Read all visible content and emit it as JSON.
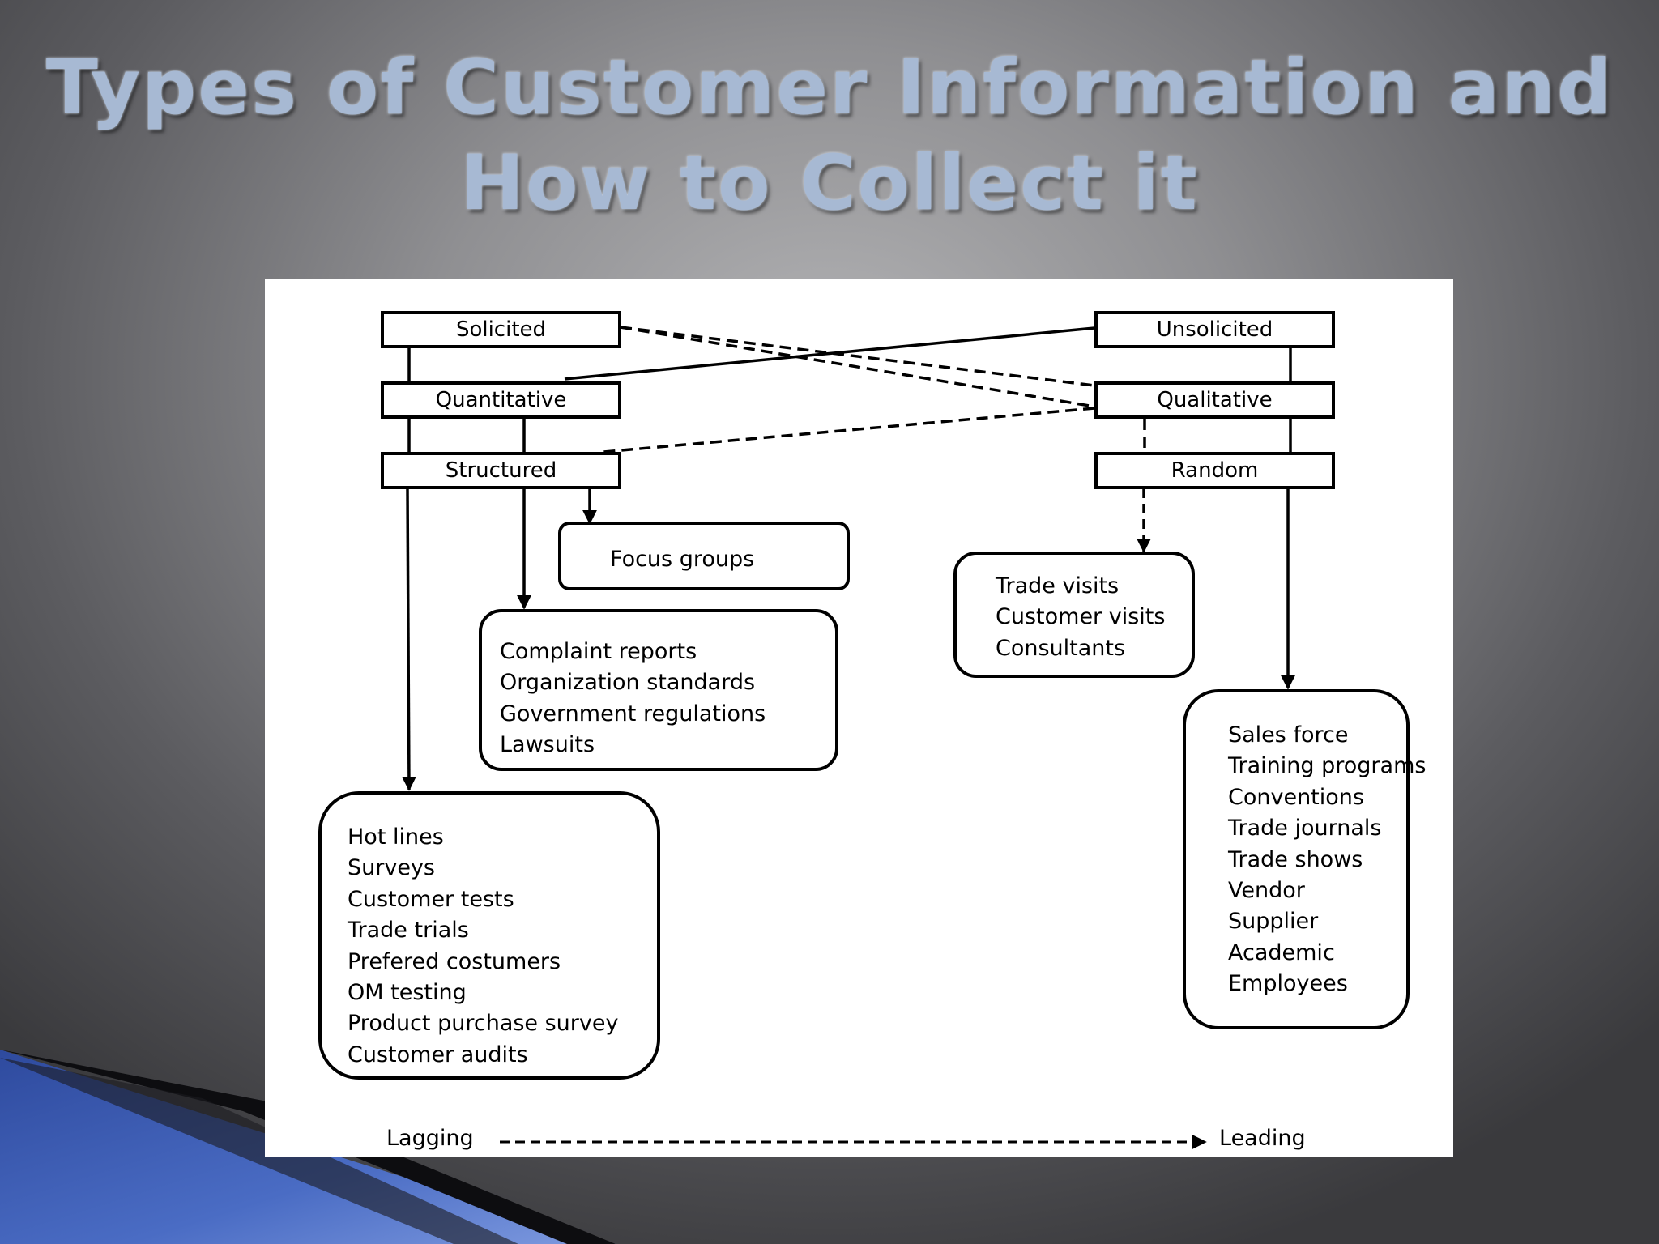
{
  "slide": {
    "title_line1": "Types of Customer Information and",
    "title_line2": "How to Collect it"
  },
  "categories": {
    "solicited": "Solicited",
    "unsolicited": "Unsolicited",
    "quantitative": "Quantitative",
    "qualitative": "Qualitative",
    "structured": "Structured",
    "random": "Random"
  },
  "methods": {
    "focus_groups": [
      "Focus groups"
    ],
    "complaint": [
      "Complaint reports",
      "Organization standards",
      "Government regulations",
      "Lawsuits"
    ],
    "hotlines": [
      "Hot lines",
      "Surveys",
      "Customer tests",
      "Trade trials",
      "Prefered costumers",
      "OM testing",
      "Product purchase survey",
      "Customer audits"
    ],
    "visits": [
      "Trade visits",
      "Customer visits",
      "Consultants"
    ],
    "sales": [
      "Sales force",
      "Training programs",
      "Conventions",
      "Trade journals",
      "Trade shows",
      "Vendor",
      "Supplier",
      "Academic",
      "Employees"
    ]
  },
  "axis": {
    "left_label": "Lagging",
    "right_label": "Leading"
  },
  "colors": {
    "title": "#a7b9d3",
    "accent_blue": "#3a56a8",
    "panel": "#ffffff"
  }
}
